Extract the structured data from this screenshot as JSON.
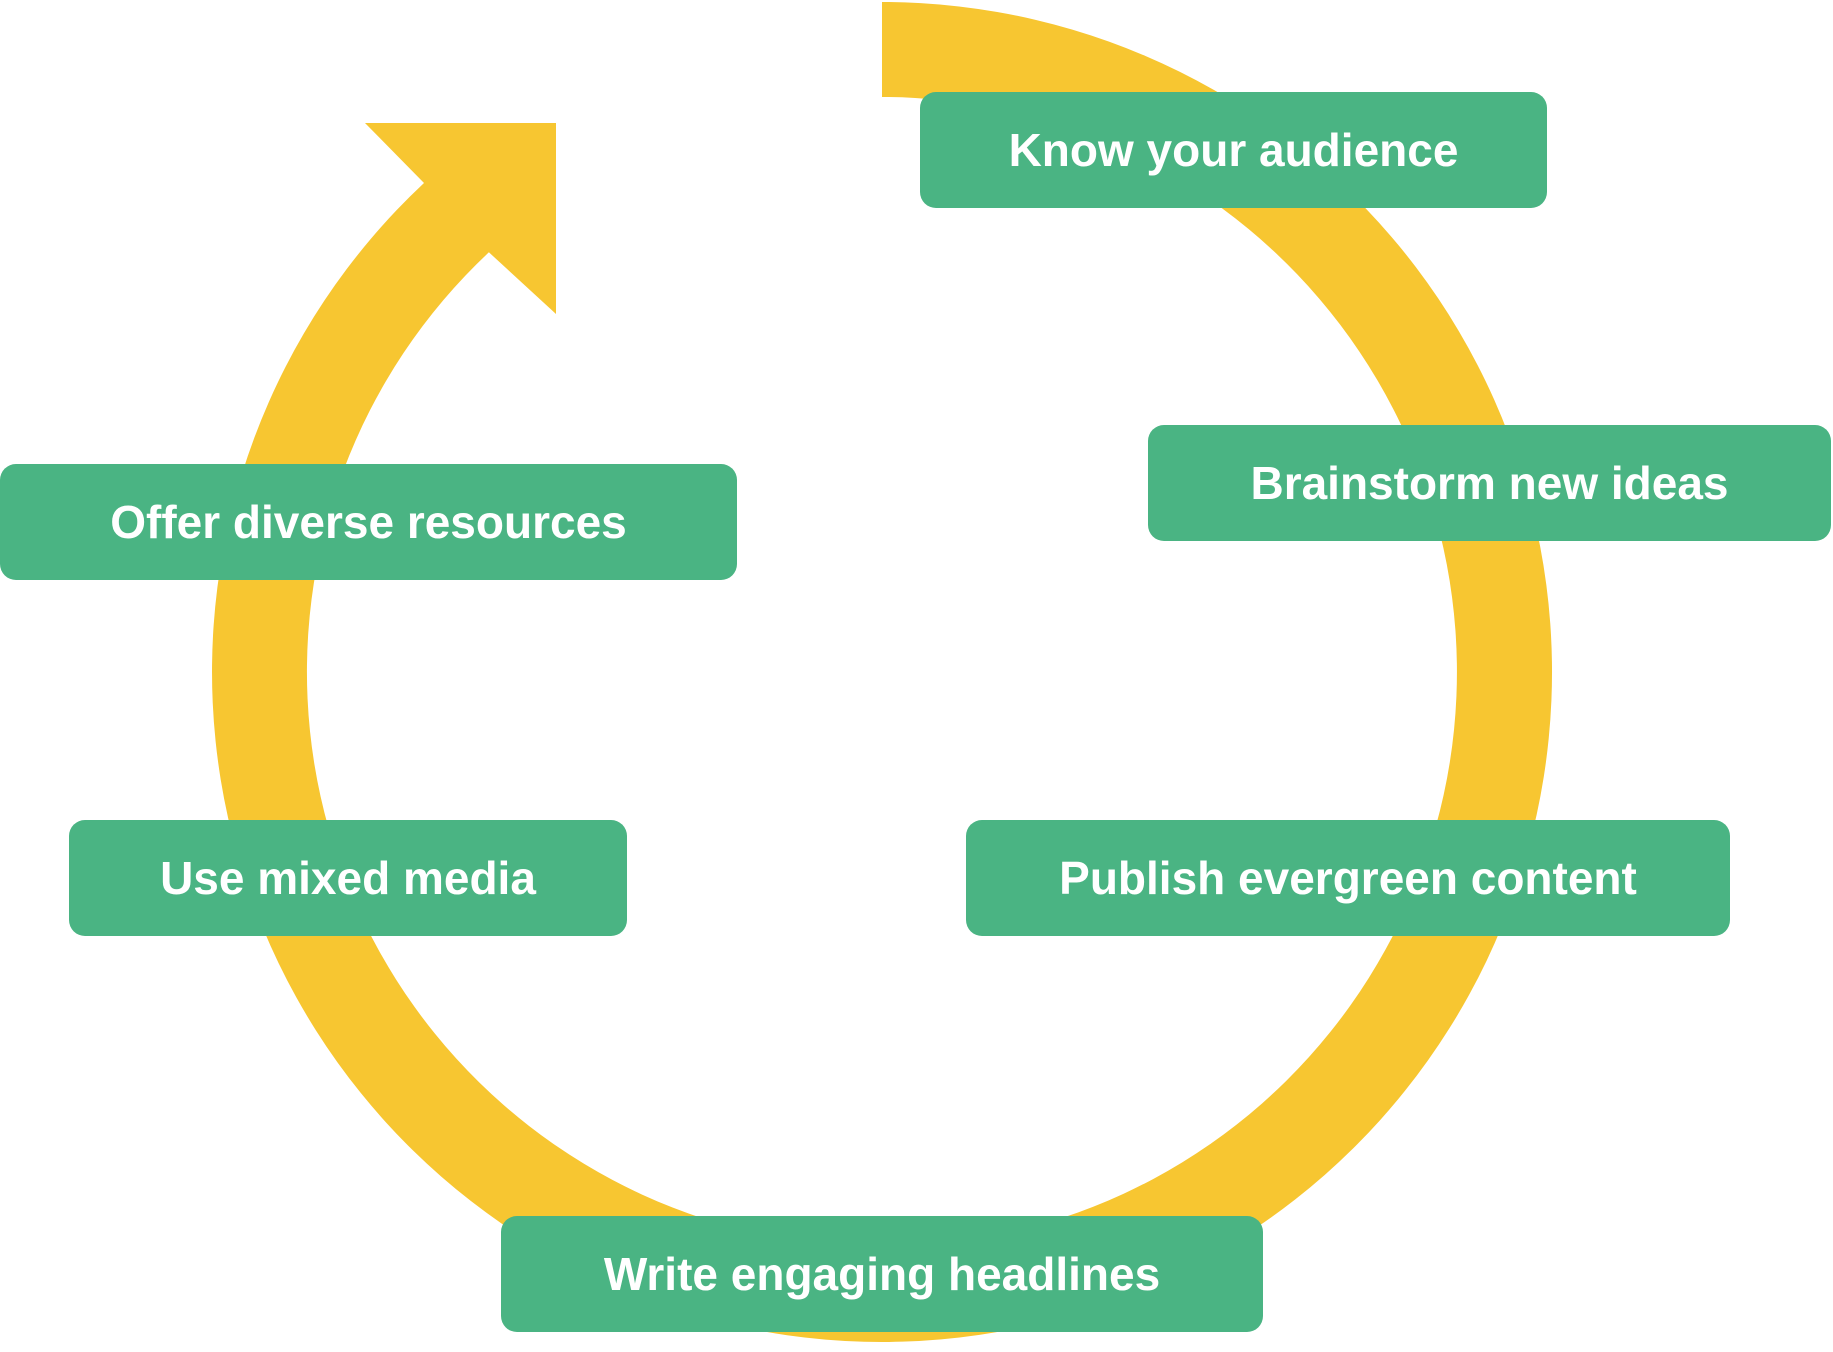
{
  "diagram": {
    "type": "cycle",
    "direction": "clockwise",
    "colors": {
      "cycle_arrow": "#F7C631",
      "step_box": "#4AB483",
      "step_text": "#FFFFFF",
      "background": "#FFFFFF"
    },
    "steps": [
      {
        "label": "Know your audience"
      },
      {
        "label": "Brainstorm new ideas"
      },
      {
        "label": "Publish evergreen content"
      },
      {
        "label": "Write engaging headlines"
      },
      {
        "label": "Use mixed media"
      },
      {
        "label": "Offer diverse resources"
      }
    ]
  }
}
